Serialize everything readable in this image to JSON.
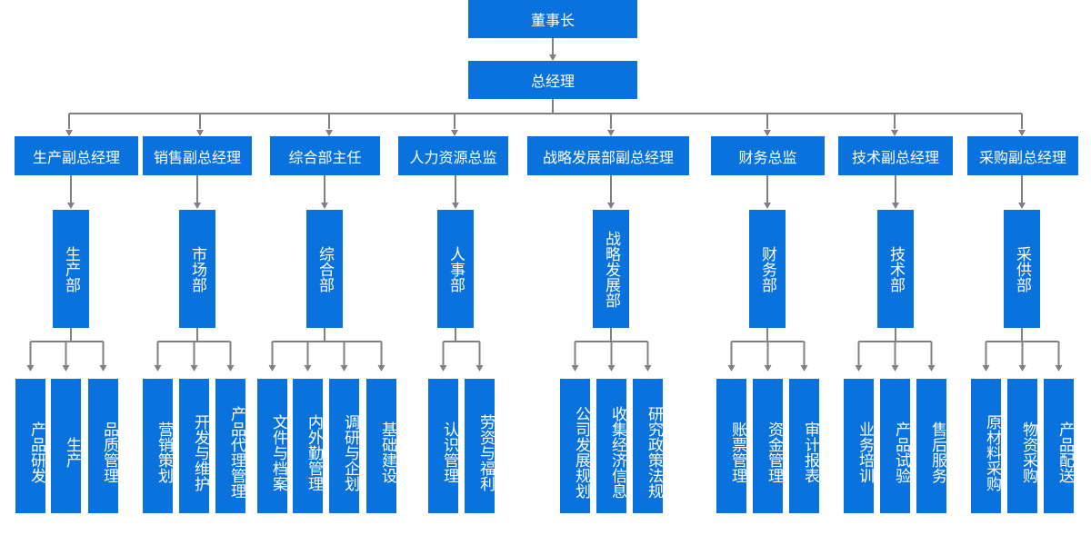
{
  "chart": {
    "top": "董事长",
    "gm": "总经理",
    "colors": {
      "box": "#0a72dc",
      "line": "#808080",
      "text": "#ffffff"
    },
    "branches": [
      {
        "manager": "生产副总经理",
        "dept": "生产部",
        "units": [
          "产品研发",
          "生产",
          "品质管理"
        ]
      },
      {
        "manager": "销售副总经理",
        "dept": "市场部",
        "units": [
          "营销策划",
          "开发与维护",
          "产品代理管理"
        ]
      },
      {
        "manager": "综合部主任",
        "dept": "综合部",
        "units": [
          "文件与档案",
          "内外勤管理",
          "调研与企划",
          "基础建设"
        ]
      },
      {
        "manager": "人力资源总监",
        "dept": "人事部",
        "units": [
          "认识管理",
          "劳资与福利"
        ]
      },
      {
        "manager": "战略发展部副总经理",
        "dept": "战略发展部",
        "units": [
          "公司发展规划",
          "收集经济信息",
          "研究政策法规"
        ]
      },
      {
        "manager": "财务总监",
        "dept": "财务部",
        "units": [
          "账票管理",
          "资金管理",
          "审计报表"
        ]
      },
      {
        "manager": "技术副总经理",
        "dept": "技术部",
        "units": [
          "业务培训",
          "产品试验",
          "售后服务"
        ]
      },
      {
        "manager": "采购副总经理",
        "dept": "采供部",
        "units": [
          "原材料采购",
          "物资采购",
          "产品配送"
        ]
      }
    ]
  }
}
